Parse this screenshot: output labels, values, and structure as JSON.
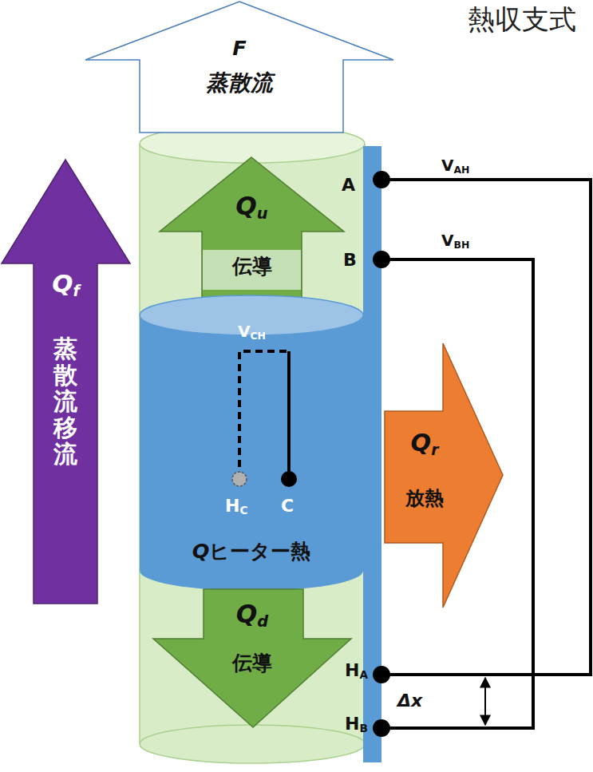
{
  "diagram": {
    "title": "熱収支式",
    "nodes": [
      {
        "text": [
          "F",
          "蒸散流"
        ]
      },
      {
        "text": [
          "Qu",
          "伝導"
        ]
      },
      {
        "text": [
          "Qf",
          "蒸散流移流"
        ]
      },
      {
        "text": [
          "Qヒーター熱"
        ]
      },
      {
        "text": [
          "Qr",
          "放熱"
        ]
      },
      {
        "text": [
          "Qd",
          "伝導"
        ]
      }
    ],
    "labels": [
      "A",
      "VAH",
      "B",
      "VBH",
      "VCH",
      "HC",
      "C",
      "HA",
      "Δx",
      "HB"
    ]
  }
}
